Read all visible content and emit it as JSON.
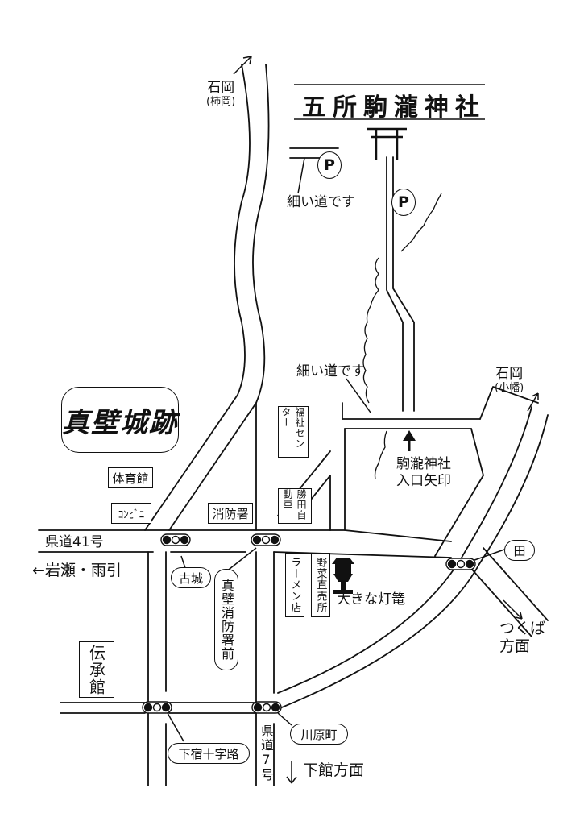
{
  "title": "五所駒瀧神社",
  "castle_ruins": "真壁城跡",
  "direction_ishioka_kakioka": {
    "name": "石岡",
    "sub": "(柿岡)"
  },
  "direction_ishioka_obata": {
    "name": "石岡",
    "sub": "(小幡)"
  },
  "direction_iwase": "←岩瀬・雨引",
  "direction_tsukuba": {
    "line1": "つくば",
    "line2": "方面"
  },
  "direction_shimodate": "下館方面",
  "road_prefectural_41": "県道41号",
  "road_prefectural_7": "県道7号",
  "narrow_road_upper": "細い道です",
  "narrow_road_lower": "細い道です",
  "parking_symbol": "P",
  "shrine_entrance_arrow": "駒瀧神社入口矢印",
  "big_lantern": "大きな灯篭",
  "landmarks": {
    "gym": "体育館",
    "convenience_store": "ｺﾝﾋﾞﾆ",
    "fire_station": "消防署",
    "welfare_center": "福祉センター",
    "katsuta_auto": "勝田自動車",
    "ramen_shop": "ラーメン店",
    "vegetable_stand": "野菜直売所",
    "densho_kan": "伝承館"
  },
  "intersections": {
    "furujo": "古城",
    "makabe_fire_station_mae": "真壁消防署前",
    "shimojuku_jujiro": "下宿十字路",
    "kawaramachi": "川原町",
    "ta": "田"
  }
}
